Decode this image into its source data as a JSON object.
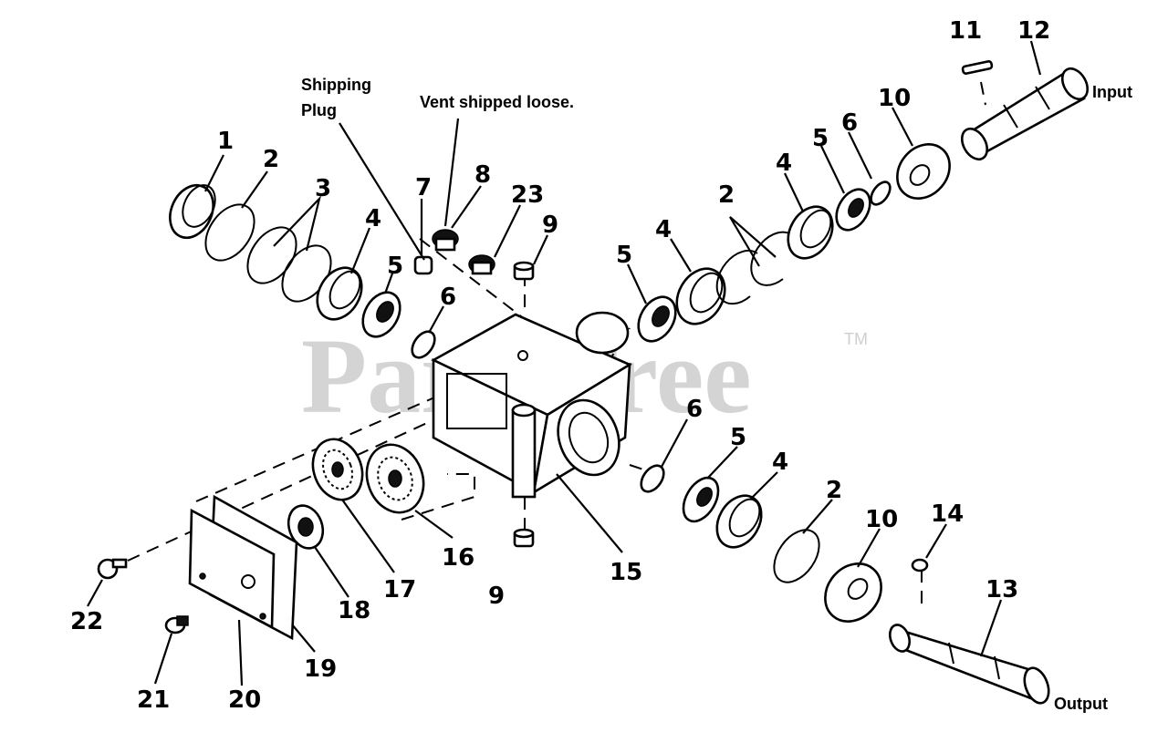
{
  "watermark": {
    "text": "PartsTree",
    "trademark": "TM"
  },
  "notes": {
    "shipping_plug_line1": "Shipping",
    "shipping_plug_line2": "Plug",
    "vent": "Vent shipped loose.",
    "input": "Input",
    "output": "Output"
  },
  "callouts": {
    "c1": "1",
    "c2_left": "2",
    "c3": "3",
    "c4_left": "4",
    "c5_left": "5",
    "c6_left": "6",
    "c7": "7",
    "c8": "8",
    "c23": "23",
    "c9_top": "9",
    "c5_mid": "5",
    "c4_mid": "4",
    "c2_mid": "2",
    "c4_upper": "4",
    "c5_upper": "5",
    "c6_upper": "6",
    "c10_upper": "10",
    "c11": "11",
    "c12": "12",
    "c6_low": "6",
    "c5_low": "5",
    "c4_low": "4",
    "c2_low": "2",
    "c10_low": "10",
    "c14": "14",
    "c13": "13",
    "c15": "15",
    "c9_bottom": "9",
    "c16": "16",
    "c17": "17",
    "c18": "18",
    "c19": "19",
    "c20": "20",
    "c21": "21",
    "c22": "22"
  }
}
